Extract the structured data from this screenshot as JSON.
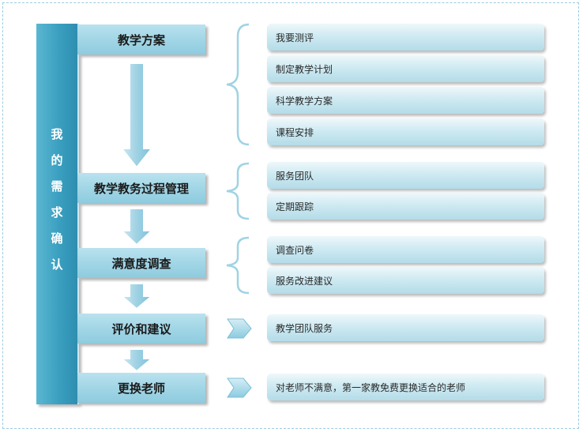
{
  "sidebar": {
    "label": "我的需求确认",
    "chars": [
      "我",
      "的",
      "需",
      "求",
      "确",
      "认"
    ]
  },
  "steps": [
    {
      "label": "教学方案"
    },
    {
      "label": "教学教务过程管理"
    },
    {
      "label": "满意度调查"
    },
    {
      "label": "评价和建议"
    },
    {
      "label": "更换老师"
    }
  ],
  "groups": {
    "teaching_plan": [
      "我要测评",
      "制定教学计划",
      "科学教学方案",
      "课程安排"
    ],
    "process": [
      "服务团队",
      "定期跟踪"
    ],
    "survey": [
      "调查问卷",
      "服务改进建议"
    ],
    "feedback": [
      "教学团队服务"
    ],
    "change": [
      "对老师不满意，第一家教免费更换适合的老师"
    ]
  },
  "colors": {
    "sidebar": "#3a9fc0",
    "step": "#a2d6e6",
    "item": "#cfeaf2",
    "arrow": "#a7d7e8",
    "frame": "#9ccbe0"
  }
}
